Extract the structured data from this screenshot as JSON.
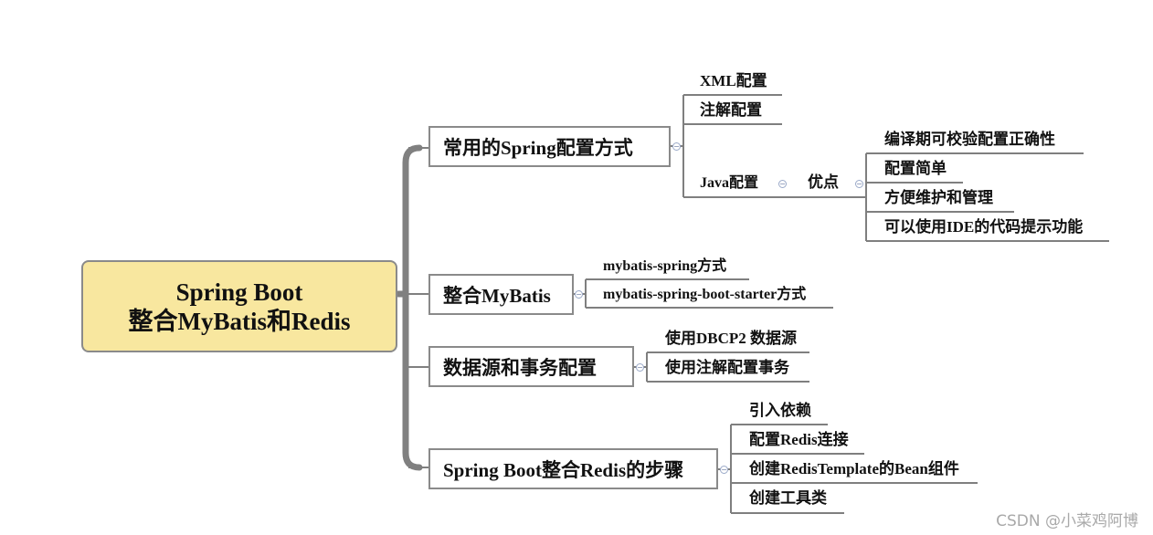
{
  "root": {
    "line1": "Spring Boot",
    "line2": "整合MyBatis和Redis"
  },
  "branches": [
    {
      "label": "常用的Spring配置方式",
      "children": [
        "XML配置",
        "注解配置",
        "Java配置"
      ],
      "java_child": {
        "label": "优点",
        "items": [
          "编译期可校验配置正确性",
          "配置简单",
          "方便维护和管理",
          "可以使用IDE的代码提示功能"
        ]
      }
    },
    {
      "label": "整合MyBatis",
      "children": [
        "mybatis-spring方式",
        "mybatis-spring-boot-starter方式"
      ]
    },
    {
      "label": "数据源和事务配置",
      "children": [
        "使用DBCP2 数据源",
        "使用注解配置事务"
      ]
    },
    {
      "label": "Spring Boot整合Redis的步骤",
      "children": [
        "引入依赖",
        "配置Redis连接",
        "创建RedisTemplate的Bean组件",
        "创建工具类"
      ]
    }
  ],
  "collapse_icon": "minus-circle-icon",
  "watermark": "CSDN @小菜鸡阿博",
  "colors": {
    "root_fill": "#f8e79f",
    "border": "#8a8a8a",
    "trunk": "#808080",
    "collapse": "#9aa9c8"
  }
}
